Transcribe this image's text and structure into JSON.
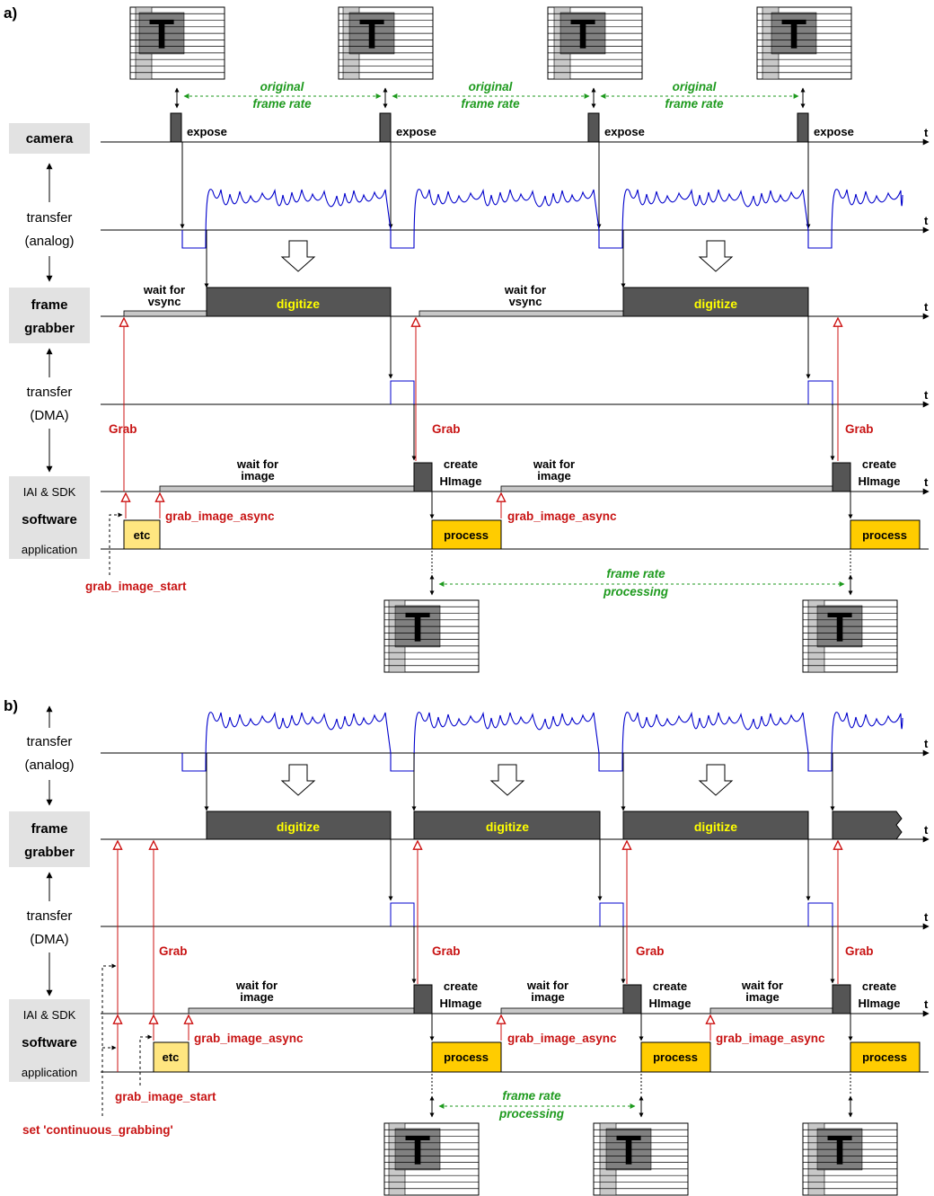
{
  "panels": {
    "a": "a)",
    "b": "b)"
  },
  "rows": {
    "camera": "camera",
    "transfer": "transfer",
    "analog": "(analog)",
    "dma": "(DMA)",
    "frame": "frame",
    "grabber": "grabber",
    "iai_sdk": "IAI & SDK",
    "software": "software",
    "application": "application"
  },
  "axis": {
    "t": "t"
  },
  "events": {
    "expose": "expose",
    "wait_for": "wait for",
    "vsync": "vsync",
    "image": "image",
    "digitize": "digitize",
    "create": "create",
    "himage": "HImage",
    "etc": "etc",
    "process": "process"
  },
  "calls": {
    "grab": "Grab",
    "grab_image_async": "grab_image_async",
    "grab_image_start": "grab_image_start",
    "set_continuous": "set 'continuous_grabbing'"
  },
  "rates": {
    "original": "original",
    "frame_rate": "frame rate",
    "processing": "processing"
  },
  "glyph": {
    "T": "T"
  },
  "colors": {
    "row_label_bg": "#e2e2e2",
    "bar_dark": "#555555",
    "bar_light": "#c8c8c8",
    "process": "#ffcc00",
    "etc": "#ffe680",
    "signal": "#0000cc",
    "grab_arrow": "#cc1111",
    "rate": "#1e9a1e",
    "digitize_text": "#ffff00"
  }
}
